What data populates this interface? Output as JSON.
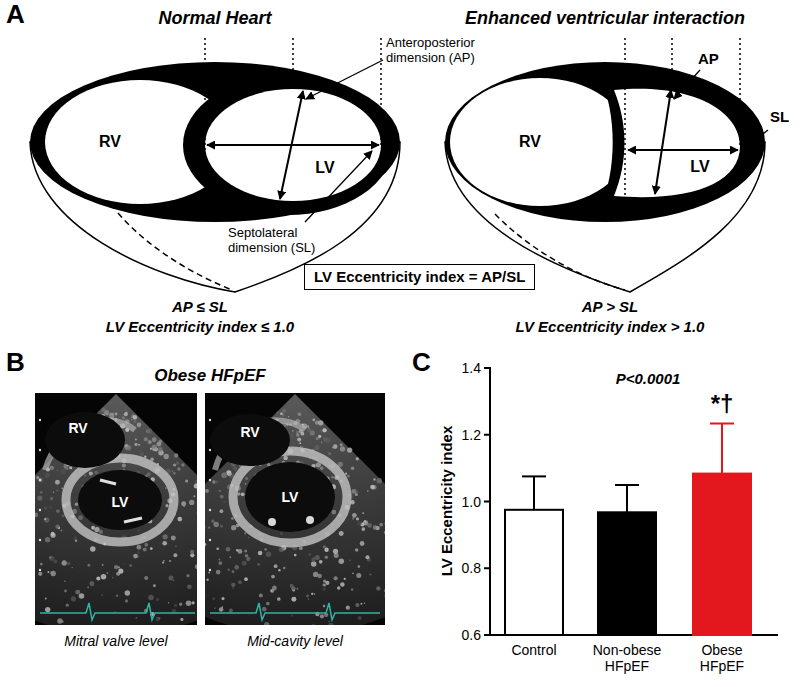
{
  "diagram": {
    "nodes": [
      {
        "text": [
          "LV Eccentricity index = AP/SL"
        ]
      }
    ],
    "labels": [
      "A",
      "Normal Heart",
      "Enhanced ventricular interaction",
      "RV",
      "LV",
      "Anteroposterior dimension (AP)",
      "Septolateral dimension (SL)",
      "RV",
      "LV",
      "AP",
      "SL",
      "AP ≤ SL",
      "LV Eccentricity index ≤ 1.0",
      "AP > SL",
      "LV Eccentricity index > 1.0",
      "B",
      "Obese HFpEF",
      "RV",
      "LV",
      "RV",
      "LV",
      "Mitral valve level",
      "Mid-cavity level",
      "C",
      "P<0.0001",
      "*†",
      "1.4",
      "1.2",
      "1.0",
      "0.8",
      "0.6",
      "LV Eccentricity index",
      "Control",
      "Non-obese HFpEF",
      "Obese HFpEF"
    ]
  }
}
